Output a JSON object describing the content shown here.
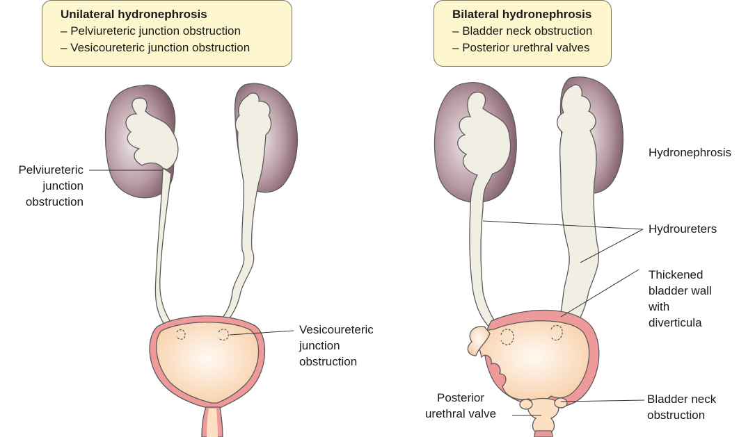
{
  "left_panel": {
    "heading": "Unilateral hydronephrosis",
    "items": [
      "Pelviureteric junction obstruction",
      "Vesicoureteric junction obstruction"
    ],
    "labels": {
      "pelviureteric": "Pelviureteric\njunction\nobstruction",
      "vesicoureteric": "Vesicoureteric\njunction\nobstruction"
    }
  },
  "right_panel": {
    "heading": "Bilateral hydronephrosis",
    "items": [
      "Bladder neck obstruction",
      "Posterior urethral valves"
    ],
    "labels": {
      "hydronephrosis": "Hydronephrosis",
      "hydroureters": "Hydroureters",
      "thickened_wall": "Thickened\nbladder wall\nwith\ndiverticula",
      "bladder_neck": "Bladder  neck\nobstruction",
      "urethral_valve": "Posterior\nurethral valve"
    }
  },
  "colors": {
    "box_fill": "#fdf6cf",
    "kidney_cortex": "#8a6a74",
    "pelvis_fill": "#f1efe4",
    "bladder_fill": "#fde0c3",
    "bladder_wall": "#ef9a9a",
    "outline": "#5a5a5a"
  }
}
